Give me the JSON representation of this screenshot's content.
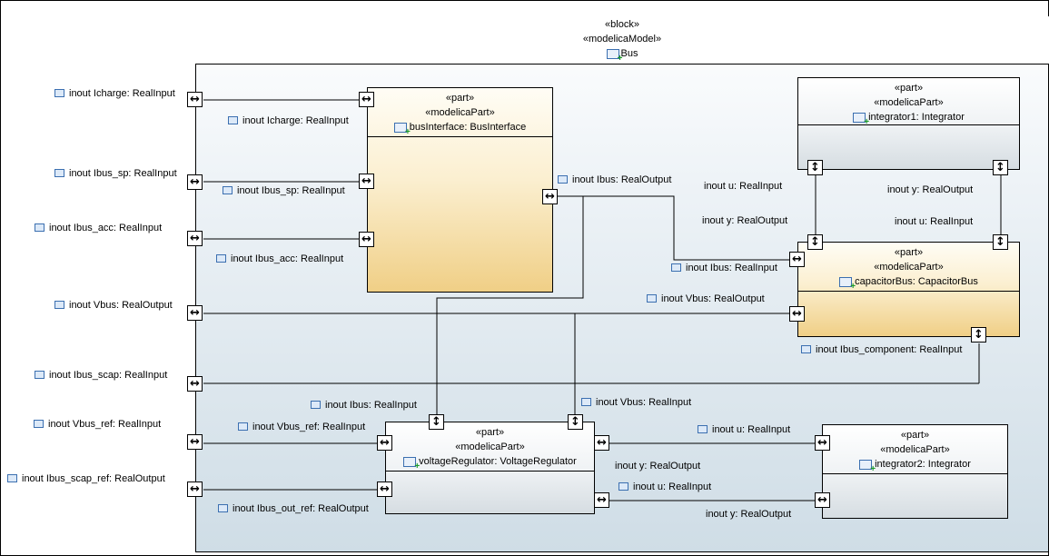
{
  "block": {
    "stereotype1": "«block»",
    "stereotype2": "«modelicaModel»",
    "name": "Bus"
  },
  "part_stereotype": "«part»",
  "part_stereotype2": "«modelicaPart»",
  "parts": {
    "busInterface": "busInterface: BusInterface",
    "integrator1": "integrator1: Integrator",
    "capacitorBus": "capacitorBus: CapacitorBus",
    "voltageRegulator": "voltageRegulator: VoltageRegulator",
    "integrator2": "integrator2: Integrator"
  },
  "outer_ports": {
    "icharge": "inout Icharge: RealInput",
    "ibus_sp": "inout Ibus_sp: RealInput",
    "ibus_acc": "inout Ibus_acc: RealInput",
    "vbus": "inout Vbus: RealOutput",
    "ibus_scap": "inout Ibus_scap: RealInput",
    "vbus_ref": "inout Vbus_ref: RealInput",
    "ibus_scap_ref": "inout Ibus_scap_ref: RealOutput"
  },
  "inner_labels": {
    "bi_icharge": "inout Icharge: RealInput",
    "bi_ibus_sp": "inout Ibus_sp: RealInput",
    "bi_ibus_acc": "inout Ibus_acc: RealInput",
    "bi_ibus": "inout Ibus: RealOutput",
    "i1_u": "inout u: RealInput",
    "i1_y": "inout y: RealOutput",
    "cb_y": "inout y: RealOutput",
    "cb_u": "inout u: RealInput",
    "cb_ibus": "inout Ibus: RealInput",
    "cb_vbus": "inout Vbus: RealOutput",
    "cb_ibus_component": "inout Ibus_component: RealInput",
    "vr_ibus": "inout Ibus: RealInput",
    "vr_vbus": "inout Vbus: RealInput",
    "vr_vbus_ref": "inout Vbus_ref: RealInput",
    "vr_ibus_out_ref": "inout Ibus_out_ref: RealOutput",
    "vr_u": "inout u: RealInput",
    "vr_y": "inout y: RealOutput",
    "i2_u": "inout u: RealInput",
    "i2_y": "inout y: RealOutput"
  },
  "port_glyphs": {
    "horizontal": "↔",
    "vertical": "↕"
  }
}
